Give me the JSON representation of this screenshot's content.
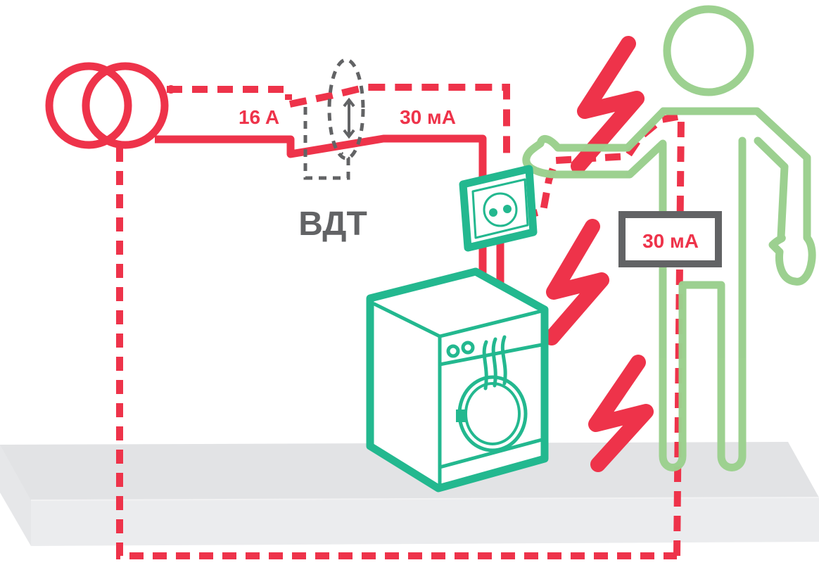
{
  "diagram": {
    "title": "ВДТ",
    "breaker_rated_current": "16 A",
    "breaker_leakage_current": "30 мА",
    "body_current_label": "30 мА",
    "components": [
      "transformer",
      "residual-current-device",
      "socket",
      "washing-machine",
      "person",
      "floor"
    ],
    "colors": {
      "circuit_red": "#ee334a",
      "appliance_green": "#23b88f",
      "person_green": "#9bd08e",
      "text_gray": "#626365",
      "floor_top": "#e2e3e5",
      "floor_front": "#ebecee"
    }
  }
}
